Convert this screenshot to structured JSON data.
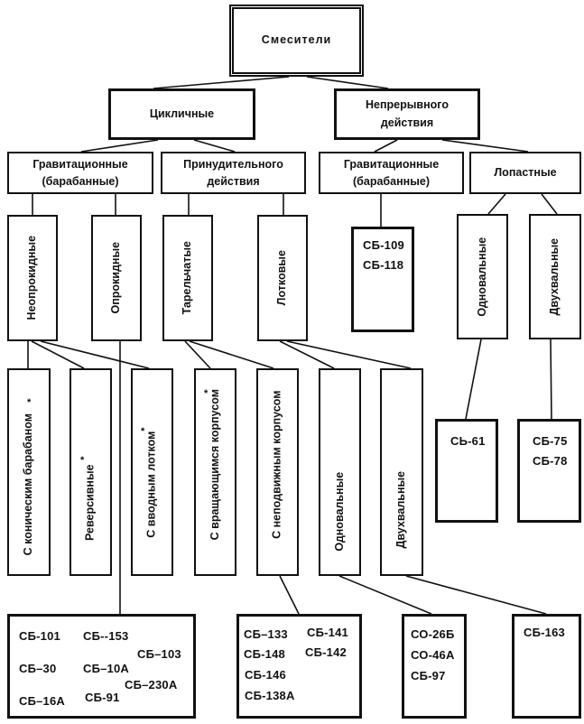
{
  "title": "Смесители",
  "level2": {
    "cyclic": "Цикличные",
    "continuous": "Непрерывного действия"
  },
  "level3": {
    "gravity_cyclic": [
      "Гравитационные",
      "(барабанные)"
    ],
    "forced": [
      "Принудительного",
      "действия"
    ],
    "gravity_continuous": [
      "Гравитационные",
      "(барабанные)"
    ],
    "paddle": "Лопастные"
  },
  "level4": {
    "non_tilting": "Неопрокидные",
    "tilting": "Опрокидные",
    "plate": "Тарельчатые",
    "trough": "Лотковые",
    "single_shaft": "Одновальные",
    "twin_shaft": "Двухвальные"
  },
  "level5": {
    "conical_drum": {
      "label": "С коническим барабаном",
      "starred": true
    },
    "reversible": {
      "label": "Реверсивные",
      "starred": true
    },
    "feed_trough": {
      "label": "С вводным лотком",
      "starred": true
    },
    "rotating_body": {
      "label": "С вращающимся корпусом",
      "starred": true
    },
    "fixed_body": {
      "label": "С неподвижным корпусом",
      "starred": false
    },
    "single_shaft": {
      "label": "Одновальные",
      "starred": false
    },
    "twin_shaft": {
      "label": "Двухвальные",
      "starred": false
    }
  },
  "star_symbol": "*",
  "models": {
    "gravity_continuous": [
      "СБ-109",
      "СБ-118"
    ],
    "paddle_single": [
      "СЬ-61"
    ],
    "paddle_twin": [
      "СБ-75",
      "СБ-78"
    ],
    "tilting": [
      "СБ-101",
      "СБ--153",
      "СБ–103",
      "СБ–30",
      "СБ–10А",
      "СБ–230А",
      "СБ–16А",
      "СБ-91"
    ],
    "fixed_body": [
      "СБ–133",
      "СБ-141",
      "СБ-148",
      "СБ-142",
      "СБ-146",
      "СБ-138А"
    ],
    "trough_single": [
      "СО-26Б",
      "СО-46А",
      "СБ-97"
    ],
    "trough_twin": [
      "СБ-163"
    ]
  }
}
